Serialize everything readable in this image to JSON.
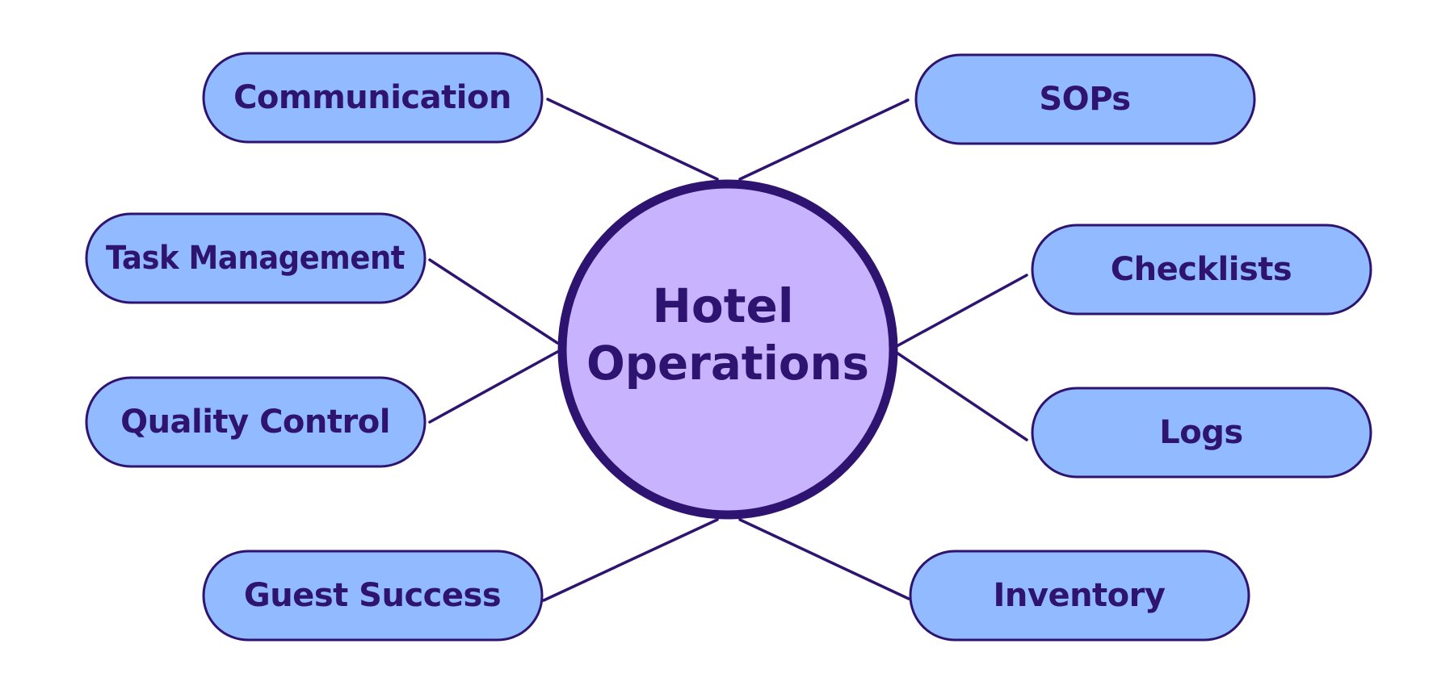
{
  "center": {
    "line1": "Hotel",
    "line2": "Operations"
  },
  "nodes": [
    {
      "id": "communication",
      "label": "Communication"
    },
    {
      "id": "task-management",
      "label": "Task Management"
    },
    {
      "id": "quality-control",
      "label": "Quality Control"
    },
    {
      "id": "guest-success",
      "label": "Guest Success"
    },
    {
      "id": "sops",
      "label": "SOPs"
    },
    {
      "id": "checklists",
      "label": "Checklists"
    },
    {
      "id": "logs",
      "label": "Logs"
    },
    {
      "id": "inventory",
      "label": "Inventory"
    }
  ],
  "colors": {
    "node_fill": "#91bbfe",
    "center_fill": "#c8b3ff",
    "stroke": "#2e1470",
    "text": "#2e1470",
    "background": "#ffffff"
  }
}
